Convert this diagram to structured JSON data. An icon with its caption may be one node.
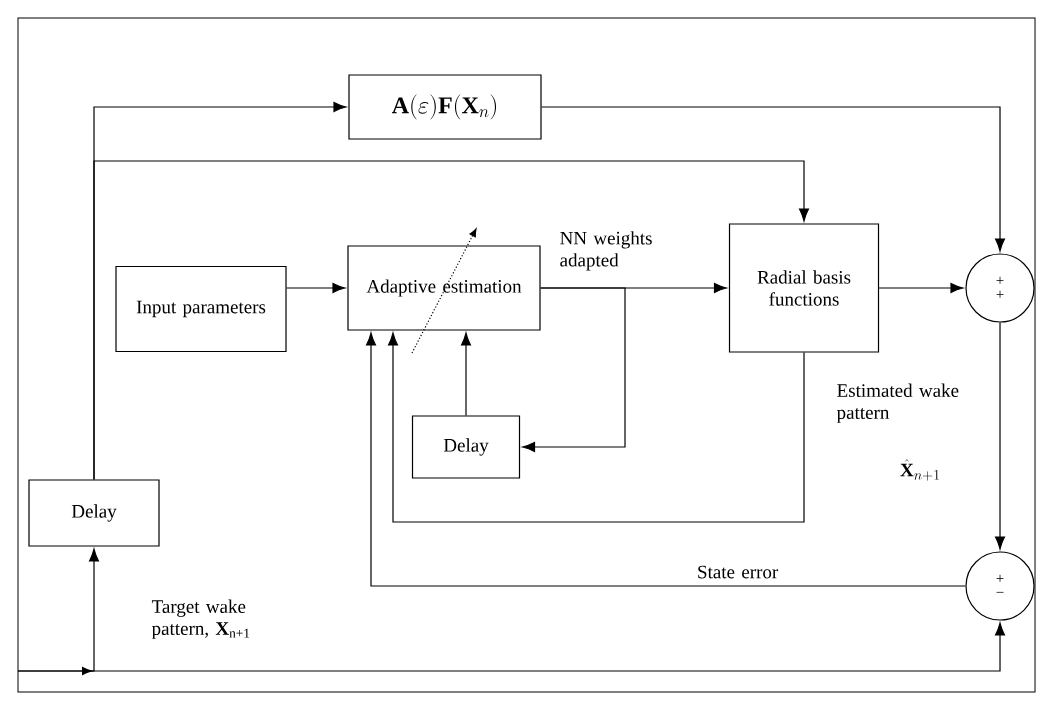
{
  "diagram": {
    "nodes": [
      {
        "text": [
          "\\mathbf{A}(\\varepsilon)\\mathbf{F}(\\mathbf{X}_{n})"
        ]
      },
      {
        "text": [
          "Input parameters"
        ]
      },
      {
        "text": [
          "Adaptive estimation"
        ]
      },
      {
        "text": [
          "Radial basis functions"
        ]
      },
      {
        "text": [
          "+",
          "+"
        ]
      },
      {
        "text": [
          "Delay"
        ]
      },
      {
        "text": [
          "Delay"
        ]
      },
      {
        "text": [
          "+",
          "−"
        ]
      }
    ],
    "edges": [
      {
        "from": null,
        "to": 6,
        "arrow": "to"
      },
      {
        "from": null,
        "to": 7,
        "arrow": "to"
      },
      {
        "from": 6,
        "to": 0,
        "arrow": "to"
      },
      {
        "from": 6,
        "to": 3,
        "arrow": "to"
      },
      {
        "from": 1,
        "to": 2,
        "arrow": "to"
      },
      {
        "from": 2,
        "to": 3,
        "arrow": "to",
        "label": "NN weights adapted"
      },
      {
        "from": 2,
        "to": 5,
        "arrow": "to"
      },
      {
        "from": 5,
        "to": 2,
        "arrow": "to"
      },
      {
        "from": 3,
        "to": 2,
        "arrow": "to"
      },
      {
        "from": 0,
        "to": 4,
        "arrow": "to"
      },
      {
        "from": 3,
        "to": 4,
        "arrow": "to"
      },
      {
        "from": 4,
        "to": 7,
        "arrow": "to"
      },
      {
        "from": 7,
        "to": 2,
        "arrow": "to",
        "label": "State error"
      }
    ],
    "labels": [
      "Estimated wake pattern",
      "\\hat{\\mathbf{X}}_{n+1}",
      "Target wake pattern, **X**$_{n+1}$"
    ]
  }
}
